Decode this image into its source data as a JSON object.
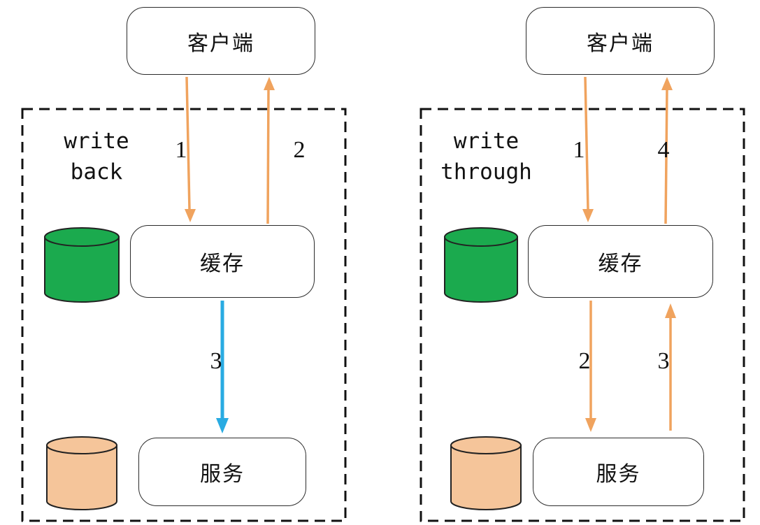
{
  "colors": {
    "arrow_orange": "#F0A35E",
    "arrow_blue": "#29ABE2",
    "cylinder_green": "#1BAA4E",
    "cylinder_orange": "#F5C59A",
    "outline": "#222222",
    "dashed_border": "#111111"
  },
  "panel_left": {
    "strategy_line1": "write",
    "strategy_line2": "back",
    "client": "客户端",
    "cache": "缓存",
    "service": "服务",
    "step1": "1",
    "step2": "2",
    "step3": "3"
  },
  "panel_right": {
    "strategy_line1": "write",
    "strategy_line2": "through",
    "client": "客户端",
    "cache": "缓存",
    "service": "服务",
    "step1": "1",
    "step2": "2",
    "step3": "3",
    "step4": "4"
  }
}
